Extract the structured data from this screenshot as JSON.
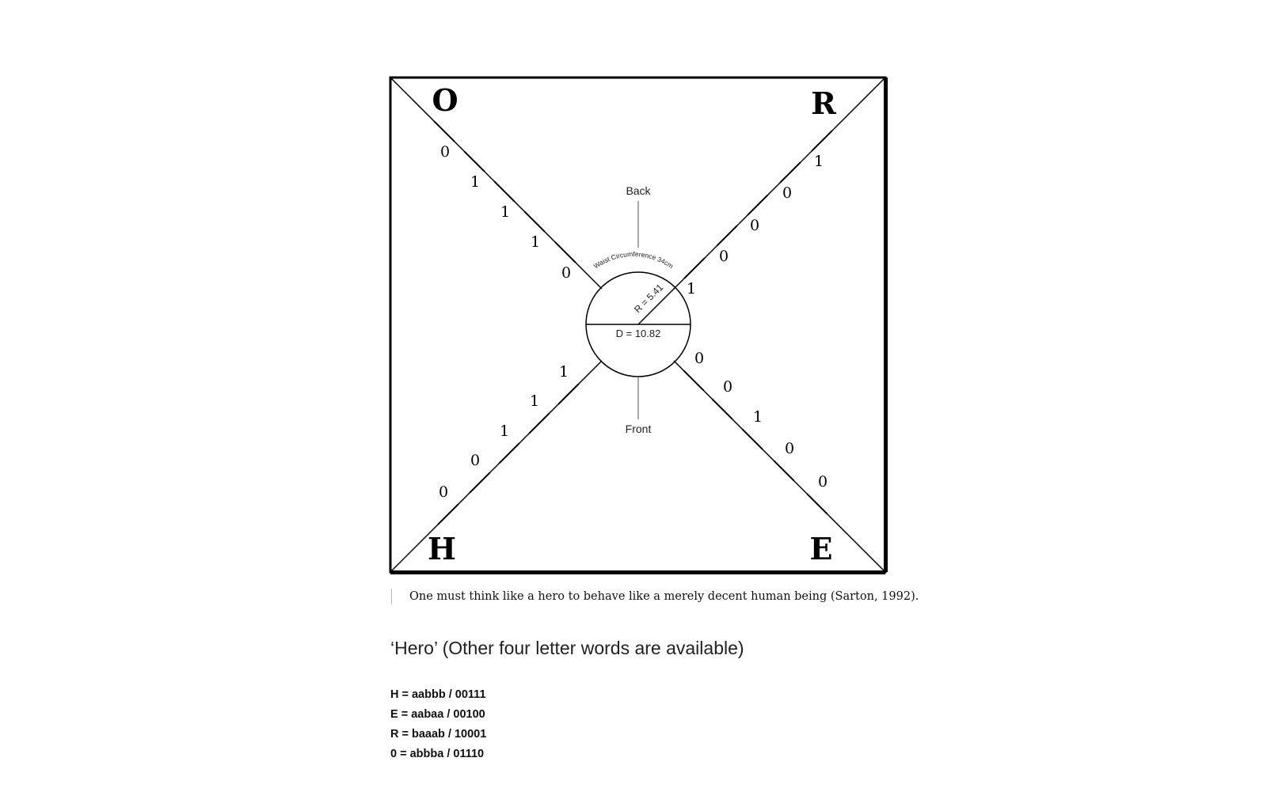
{
  "diagram": {
    "corners": {
      "top_left": "O",
      "top_right": "R",
      "bottom_left": "H",
      "bottom_right": "E"
    },
    "arms": {
      "top_left": [
        "0",
        "1",
        "1",
        "1",
        "0"
      ],
      "top_right": [
        "1",
        "0",
        "0",
        "0",
        "1"
      ],
      "bottom_left": [
        "1",
        "1",
        "1",
        "0",
        "0"
      ],
      "bottom_right": [
        "0",
        "0",
        "1",
        "0",
        "0"
      ]
    },
    "center": {
      "back_label": "Back",
      "front_label": "Front",
      "circumference_label": "Waist Circumference 34cm",
      "radius_label": "R = 5.41",
      "diameter_label": "D = 10.82"
    }
  },
  "caption": "One must think like a hero to behave like a merely decent human being (Sarton, 1992).",
  "heading": "‘Hero’ (Other four letter words are available)",
  "codes": [
    "H = aabbb / 00111",
    "E = aabaa / 00100",
    "R = baaab / 10001",
    "0 = abbba / 01110"
  ]
}
